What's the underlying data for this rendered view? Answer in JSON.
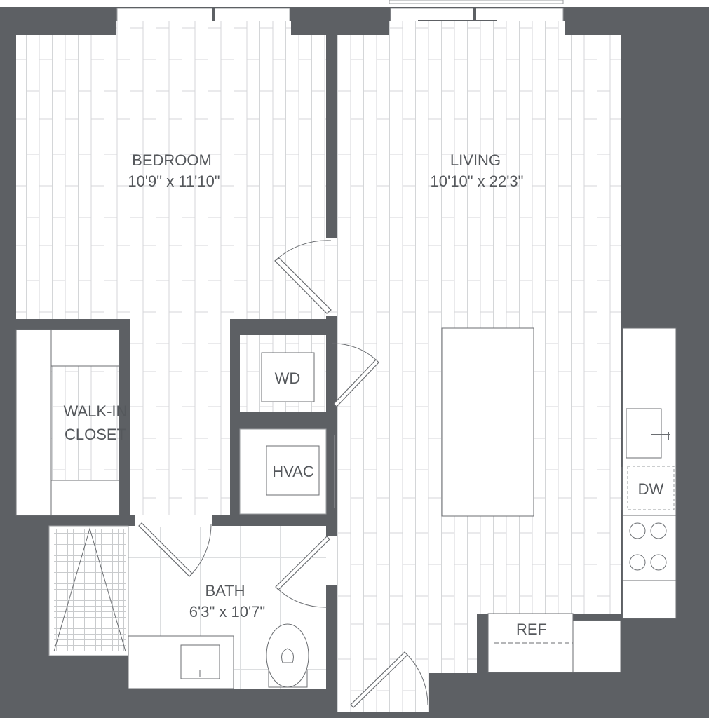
{
  "rooms": {
    "bedroom": {
      "name": "BEDROOM",
      "size": "10'9\" x 11'10\""
    },
    "living": {
      "name": "LIVING",
      "size": "10'10\" x 22'3\""
    },
    "closet": {
      "line1": "WALK-IN",
      "line2": "CLOSET"
    },
    "bath": {
      "name": "BATH",
      "size": "6'3\" x 10'7\""
    }
  },
  "fixtures": {
    "washer_dryer": "WD",
    "hvac": "HVAC",
    "dishwasher": "DW",
    "refrigerator": "REF"
  },
  "colors": {
    "wall": "#5d6064",
    "floor": "#ffffff",
    "line": "#d4d6d8"
  }
}
